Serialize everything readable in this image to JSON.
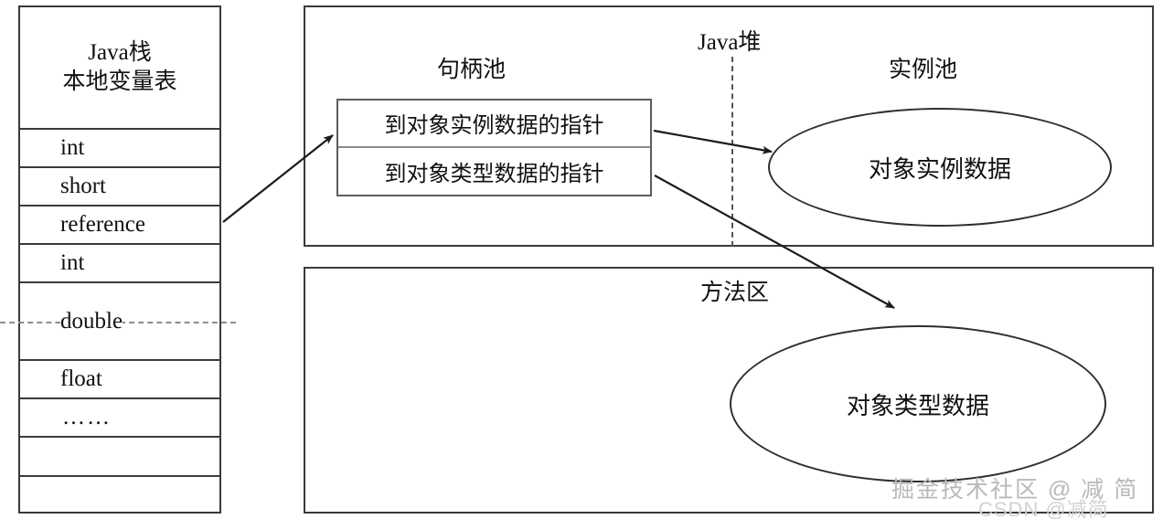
{
  "diagram": {
    "stack": {
      "header_lines": [
        "Java栈",
        "本地变量表"
      ],
      "slots": [
        {
          "label": "int",
          "kind": "single"
        },
        {
          "label": "short",
          "kind": "single"
        },
        {
          "label": "reference",
          "kind": "single"
        },
        {
          "label": "int",
          "kind": "single"
        },
        {
          "label": "double",
          "kind": "double"
        },
        {
          "label": "float",
          "kind": "single"
        },
        {
          "label": "……",
          "kind": "dots"
        },
        {
          "label": "",
          "kind": "empty"
        },
        {
          "label": "",
          "kind": "empty"
        }
      ]
    },
    "heap": {
      "title": "Java堆",
      "handle_pool_title": "句柄池",
      "instance_pool_title": "实例池",
      "handle_rows": [
        "到对象实例数据的指针",
        "到对象类型数据的指针"
      ],
      "instance_ellipse_label": "对象实例数据"
    },
    "method_area": {
      "title": "方法区",
      "type_ellipse_label": "对象类型数据"
    },
    "watermarks": {
      "main": "掘金技术社区 @ 减 简",
      "sub": "CSDN @减简"
    },
    "colors": {
      "border": "#3a3a3a",
      "inner_border": "#5c5c5c",
      "dashed": "#555555",
      "text": "#111111",
      "watermark": "#b9b9b9",
      "background": "#ffffff"
    }
  }
}
